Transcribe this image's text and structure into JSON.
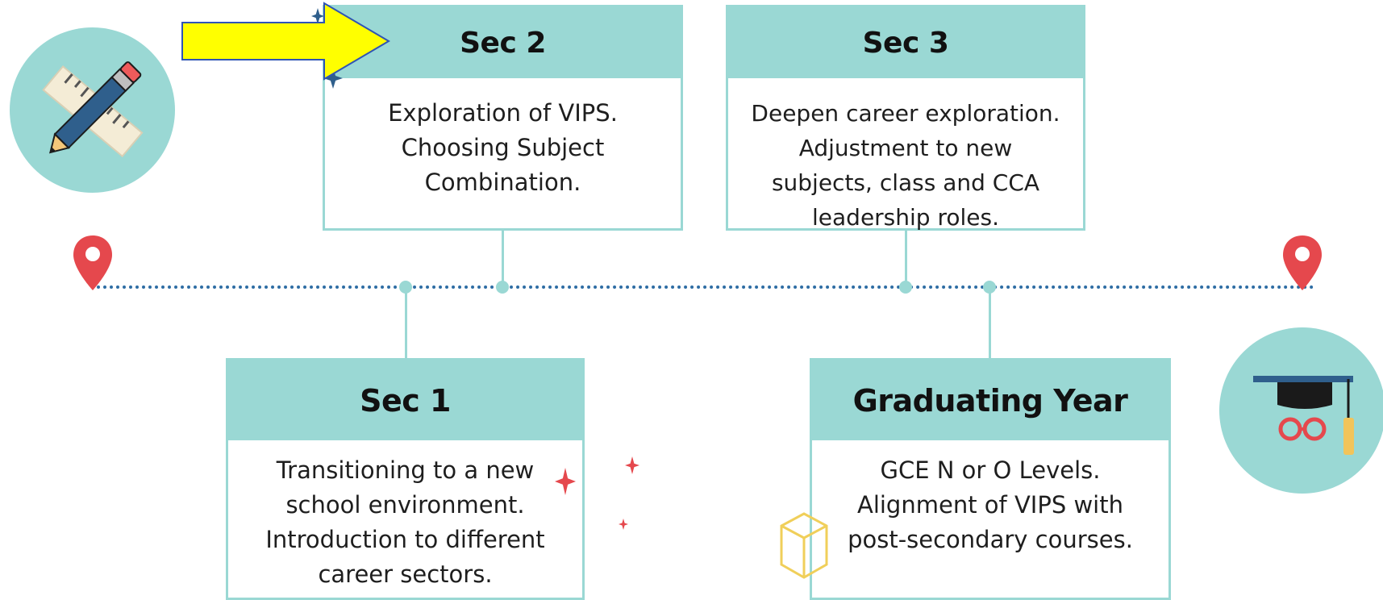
{
  "stages": [
    {
      "title": "Sec 2",
      "desc": [
        "Exploration of VIPS.",
        "Choosing Subject",
        "Combination."
      ]
    },
    {
      "title": "Sec 3",
      "desc": [
        "Deepen career exploration.",
        "Adjustment to new",
        "subjects, class and CCA",
        "leadership roles."
      ]
    },
    {
      "title": "Sec 1",
      "desc": [
        "Transitioning to a new",
        "school environment.",
        "Introduction to different",
        "career sectors."
      ]
    },
    {
      "title": "Graduating Year",
      "desc": [
        "GCE N or O Levels.",
        "Alignment of VIPS with",
        "post-secondary courses."
      ]
    }
  ],
  "icons": {
    "start": "pencil-ruler-icon",
    "end": "graduation-cap-icon",
    "marker": "location-pin-icon",
    "pointer": "arrow-icon"
  },
  "colors": {
    "teal": "#9ad8d4",
    "dotted_line": "#2e6da4",
    "pin": "#e5484d",
    "arrow_fill": "#ffff00",
    "arrow_stroke": "#2f54b5"
  }
}
